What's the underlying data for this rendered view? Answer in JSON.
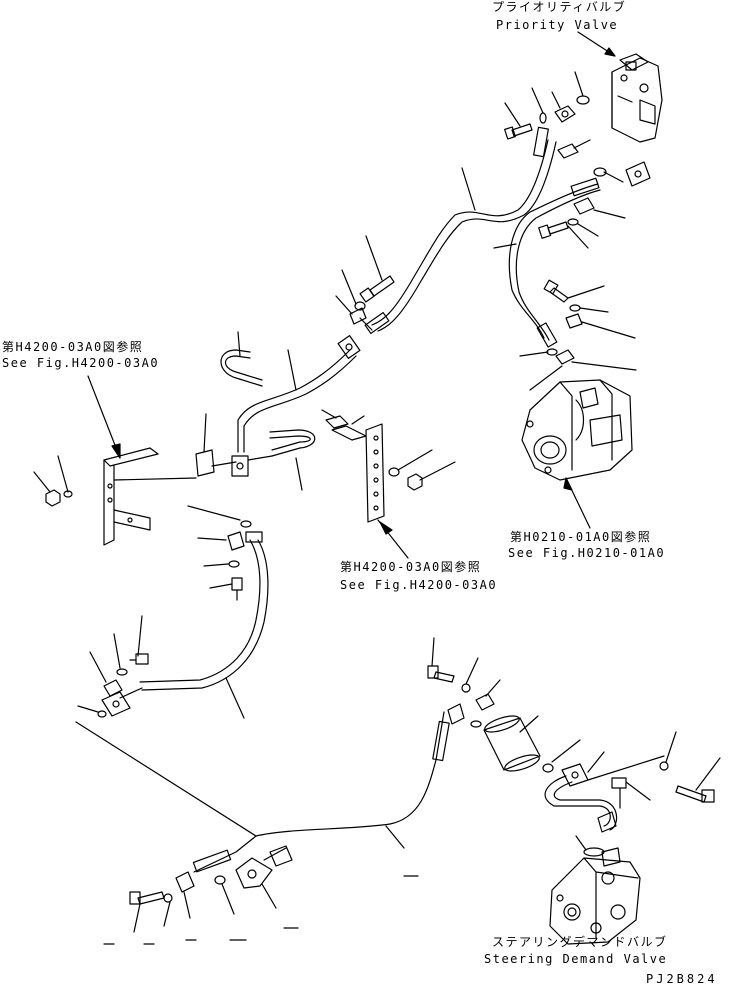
{
  "labels": {
    "priority_valve_jp": "プライオリティバルブ",
    "priority_valve_en": "Priority Valve",
    "ref_left_jp": "第H4200-03A0図参照",
    "ref_left_en": "See Fig.H4200-03A0",
    "ref_center_jp": "第H4200-03A0図参照",
    "ref_center_en": "See Fig.H4200-03A0",
    "ref_pump_jp": "第H0210-01A0図参照",
    "ref_pump_en": "See Fig.H0210-01A0",
    "steering_valve_jp": "ステアリングデマンドバルブ",
    "steering_valve_en": "Steering Demand Valve",
    "drawing_code": "PJ2B824"
  },
  "colors": {
    "line": "#000000",
    "background": "#ffffff"
  }
}
